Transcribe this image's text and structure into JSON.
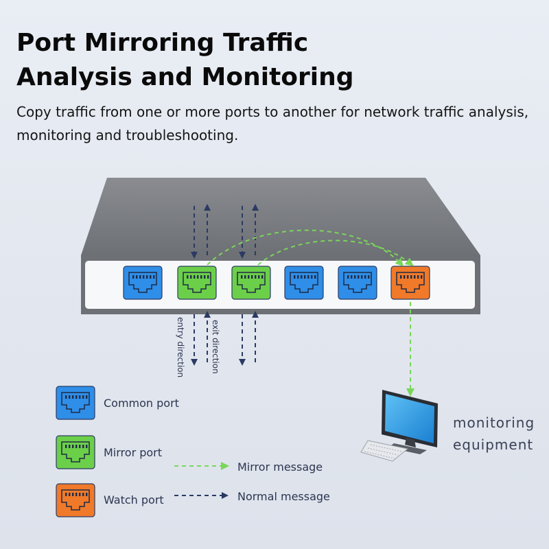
{
  "header": {
    "title_line1": "Port Mirroring Traffic",
    "title_line2": "Analysis and Monitoring",
    "subtitle_line1": "Copy traffic from one or more ports to another for network traffic analysis,",
    "subtitle_line2": "monitoring and troubleshooting."
  },
  "switch": {
    "ports": [
      {
        "type": "common"
      },
      {
        "type": "mirror"
      },
      {
        "type": "mirror"
      },
      {
        "type": "common"
      },
      {
        "type": "common"
      },
      {
        "type": "watch"
      }
    ],
    "entry_direction_label": "entry direction",
    "exit_direction_label": "exit direction"
  },
  "equipment": {
    "label_line1": "monitoring",
    "label_line2": "equipment"
  },
  "legend": {
    "common_port": "Common port",
    "mirror_port": "Mirror port",
    "watch_port": "Watch port",
    "mirror_message": "Mirror message",
    "normal_message": "Normal message"
  },
  "colors": {
    "common": "#2f8ee8",
    "mirror": "#6ccf4a",
    "watch": "#f07a2a",
    "mirror_arrow": "#7ad65a",
    "normal_arrow": "#2b3a63"
  }
}
